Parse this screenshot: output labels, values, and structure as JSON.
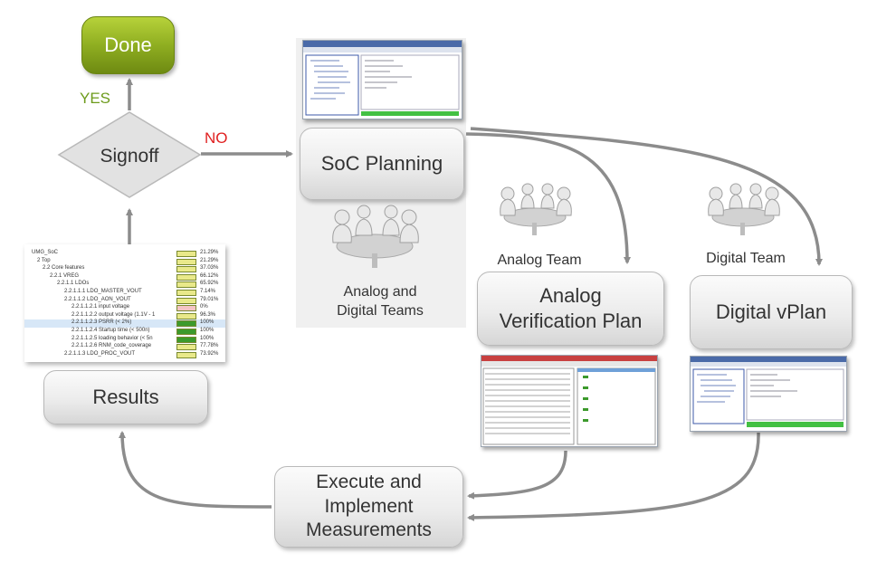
{
  "nodes": {
    "done": "Done",
    "signoff": "Signoff",
    "soc_planning": "SoC Planning",
    "analog_plan": "Analog\nVerification Plan",
    "digital_plan": "Digital vPlan",
    "execute": "Execute and\nImplement\nMeasurements",
    "results": "Results"
  },
  "edge_labels": {
    "yes": "YES",
    "no": "NO"
  },
  "team_labels": {
    "planning_teams": "Analog  and\nDigital Teams",
    "analog_team": "Analog Team",
    "digital_team": "Digital Team"
  },
  "results_tree": [
    {
      "label": "UMG_SoC",
      "pct": "21.29%",
      "color": "#e9e98a"
    },
    {
      "label": "2  Top",
      "pct": "21.29%",
      "color": "#e9e98a"
    },
    {
      "label": "2.2  Core features",
      "pct": "37.03%",
      "color": "#e9e98a"
    },
    {
      "label": "2.2.1  VREG",
      "pct": "66.12%",
      "color": "#e9e98a"
    },
    {
      "label": "2.2.1.1  LDOs",
      "pct": "65.92%",
      "color": "#e9e98a"
    },
    {
      "label": "2.2.1.1.1  LDO_MASTER_VOUT",
      "pct": "7.14%",
      "color": "#e9e98a"
    },
    {
      "label": "2.2.1.1.2  LDO_AON_VOUT",
      "pct": "79.01%",
      "color": "#e9e98a"
    },
    {
      "label": "2.2.1.1.2.1  input voltage",
      "pct": "0%",
      "color": "#f4c4c4"
    },
    {
      "label": "2.2.1.1.2.2  output voltage (1.1V - 1",
      "pct": "96.3%",
      "color": "#e9e98a"
    },
    {
      "label": "2.2.1.1.2.3  PSRR (< 2%)",
      "pct": "100%",
      "color": "#3c9a2c"
    },
    {
      "label": "2.2.1.1.2.4  Startup time (< 500n)",
      "pct": "100%",
      "color": "#3c9a2c"
    },
    {
      "label": "2.2.1.1.2.5  loading behavior (< 5n",
      "pct": "100%",
      "color": "#3c9a2c"
    },
    {
      "label": "2.2.1.1.2.6  RNM_code_coverage",
      "pct": "77.78%",
      "color": "#e9e98a"
    },
    {
      "label": "2.2.1.1.3  LDO_PROC_VOUT",
      "pct": "73.92%",
      "color": "#e9e98a"
    }
  ],
  "colors": {
    "done_green": "#8fae21",
    "yes_green": "#6d9b1c",
    "no_red": "#e02020",
    "arrow_gray": "#8c8c8c"
  }
}
